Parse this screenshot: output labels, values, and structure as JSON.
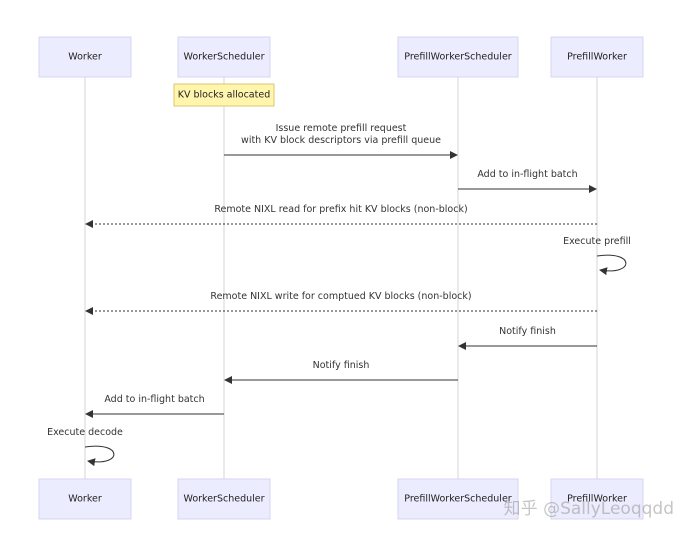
{
  "diagram": {
    "type": "sequence",
    "actors": [
      {
        "id": "worker",
        "label": "Worker"
      },
      {
        "id": "workerScheduler",
        "label": "WorkerScheduler"
      },
      {
        "id": "prefillWorkerScheduler",
        "label": "PrefillWorkerScheduler"
      },
      {
        "id": "prefillWorker",
        "label": "PrefillWorker"
      }
    ],
    "note": {
      "over": "workerScheduler",
      "text": "KV blocks allocated"
    },
    "messages": [
      {
        "from": "workerScheduler",
        "to": "prefillWorkerScheduler",
        "style": "solid",
        "lines": [
          "Issue remote prefill request",
          "with KV block descriptors via prefill queue"
        ]
      },
      {
        "from": "prefillWorkerScheduler",
        "to": "prefillWorker",
        "style": "solid",
        "lines": [
          "Add to in-flight batch"
        ]
      },
      {
        "from": "prefillWorker",
        "to": "worker",
        "style": "dotted",
        "lines": [
          "Remote NIXL read for prefix hit KV blocks (non-block)"
        ]
      },
      {
        "from": "prefillWorker",
        "to": "prefillWorker",
        "style": "self",
        "lines": [
          "Execute prefill"
        ]
      },
      {
        "from": "prefillWorker",
        "to": "worker",
        "style": "dotted",
        "lines": [
          "Remote NIXL write for comptued KV blocks (non-block)"
        ]
      },
      {
        "from": "prefillWorker",
        "to": "prefillWorkerScheduler",
        "style": "solid",
        "lines": [
          "Notify finish"
        ]
      },
      {
        "from": "prefillWorkerScheduler",
        "to": "workerScheduler",
        "style": "solid",
        "lines": [
          "Notify finish"
        ]
      },
      {
        "from": "workerScheduler",
        "to": "worker",
        "style": "solid",
        "lines": [
          "Add to in-flight batch"
        ]
      },
      {
        "from": "worker",
        "to": "worker",
        "style": "self",
        "lines": [
          "Execute decode"
        ]
      }
    ]
  },
  "watermark": "知乎 @SallyLeoqqdd"
}
